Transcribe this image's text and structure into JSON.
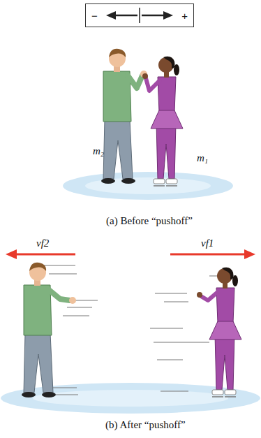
{
  "diagram": {
    "nodes": [
      {
        "text": [
          "−",
          "+"
        ]
      }
    ],
    "labels": [
      "m₂",
      "m₁",
      "(a) Before “pushoff”",
      "vf2",
      "vf1",
      "(b) After “pushoff”"
    ]
  }
}
